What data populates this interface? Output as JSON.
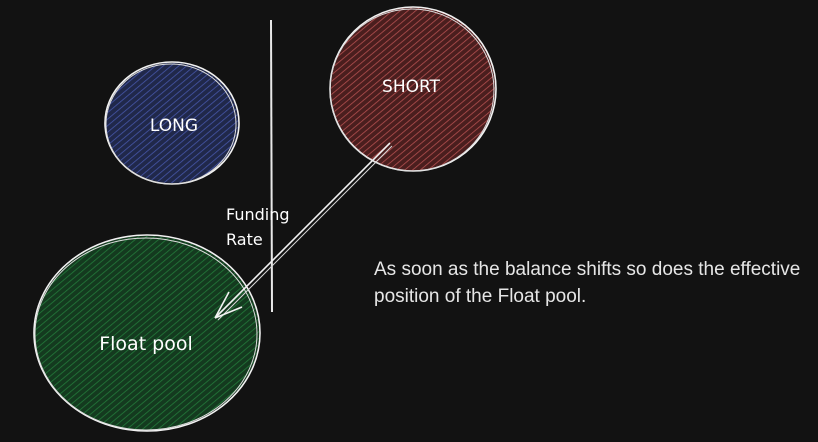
{
  "diagram": {
    "nodes": {
      "long": {
        "label": "LONG",
        "color": "#3b4a8f"
      },
      "short": {
        "label": "SHORT",
        "color": "#a84848"
      },
      "float": {
        "label": "Float pool",
        "color": "#1f6b34"
      }
    },
    "edge_label": {
      "line1": "Funding",
      "line2": "Rate"
    },
    "caption": "As soon as the balance shifts so does the effective position of the Float pool.",
    "stroke_color": "#ffffff",
    "background": "#121212"
  }
}
